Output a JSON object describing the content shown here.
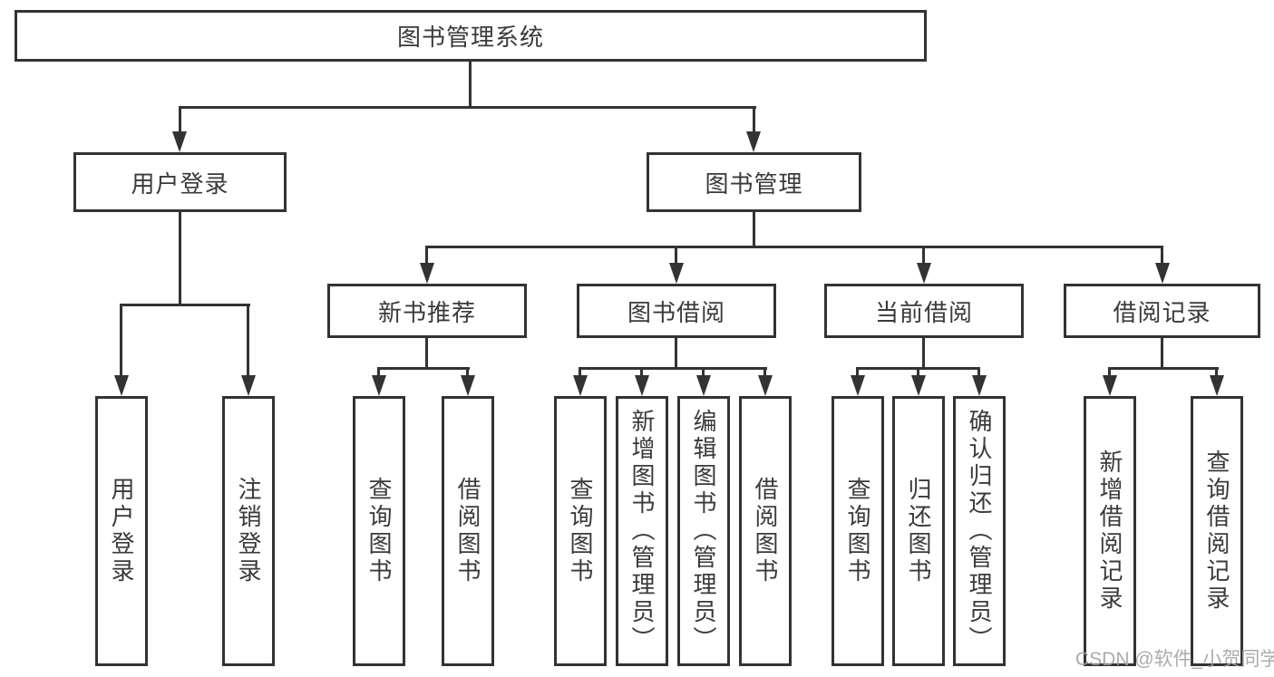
{
  "colors": {
    "line": "#333333",
    "text": "#3a3a3a",
    "watermark": "#a3a3a3",
    "background": "#ffffff"
  },
  "watermark": {
    "text": "CSDN @软件_小贺同学"
  },
  "tree": {
    "root": {
      "label": "图书管理系统"
    },
    "branches": [
      {
        "label": "用户登录",
        "children": [
          {
            "label": "用户登录"
          },
          {
            "label": "注销登录"
          }
        ]
      },
      {
        "label": "图书管理",
        "children": [
          {
            "label": "新书推荐",
            "children": [
              {
                "label": "查询图书"
              },
              {
                "label": "借阅图书"
              }
            ]
          },
          {
            "label": "图书借阅",
            "children": [
              {
                "label": "查询图书"
              },
              {
                "label": "新增图书（管理员）"
              },
              {
                "label": "编辑图书（管理员）"
              },
              {
                "label": "借阅图书"
              }
            ]
          },
          {
            "label": "当前借阅",
            "children": [
              {
                "label": "查询图书"
              },
              {
                "label": "归还图书"
              },
              {
                "label": "确认归还（管理员）"
              }
            ]
          },
          {
            "label": "借阅记录",
            "children": [
              {
                "label": "新增借阅记录"
              },
              {
                "label": "查询借阅记录"
              }
            ]
          }
        ]
      }
    ]
  }
}
